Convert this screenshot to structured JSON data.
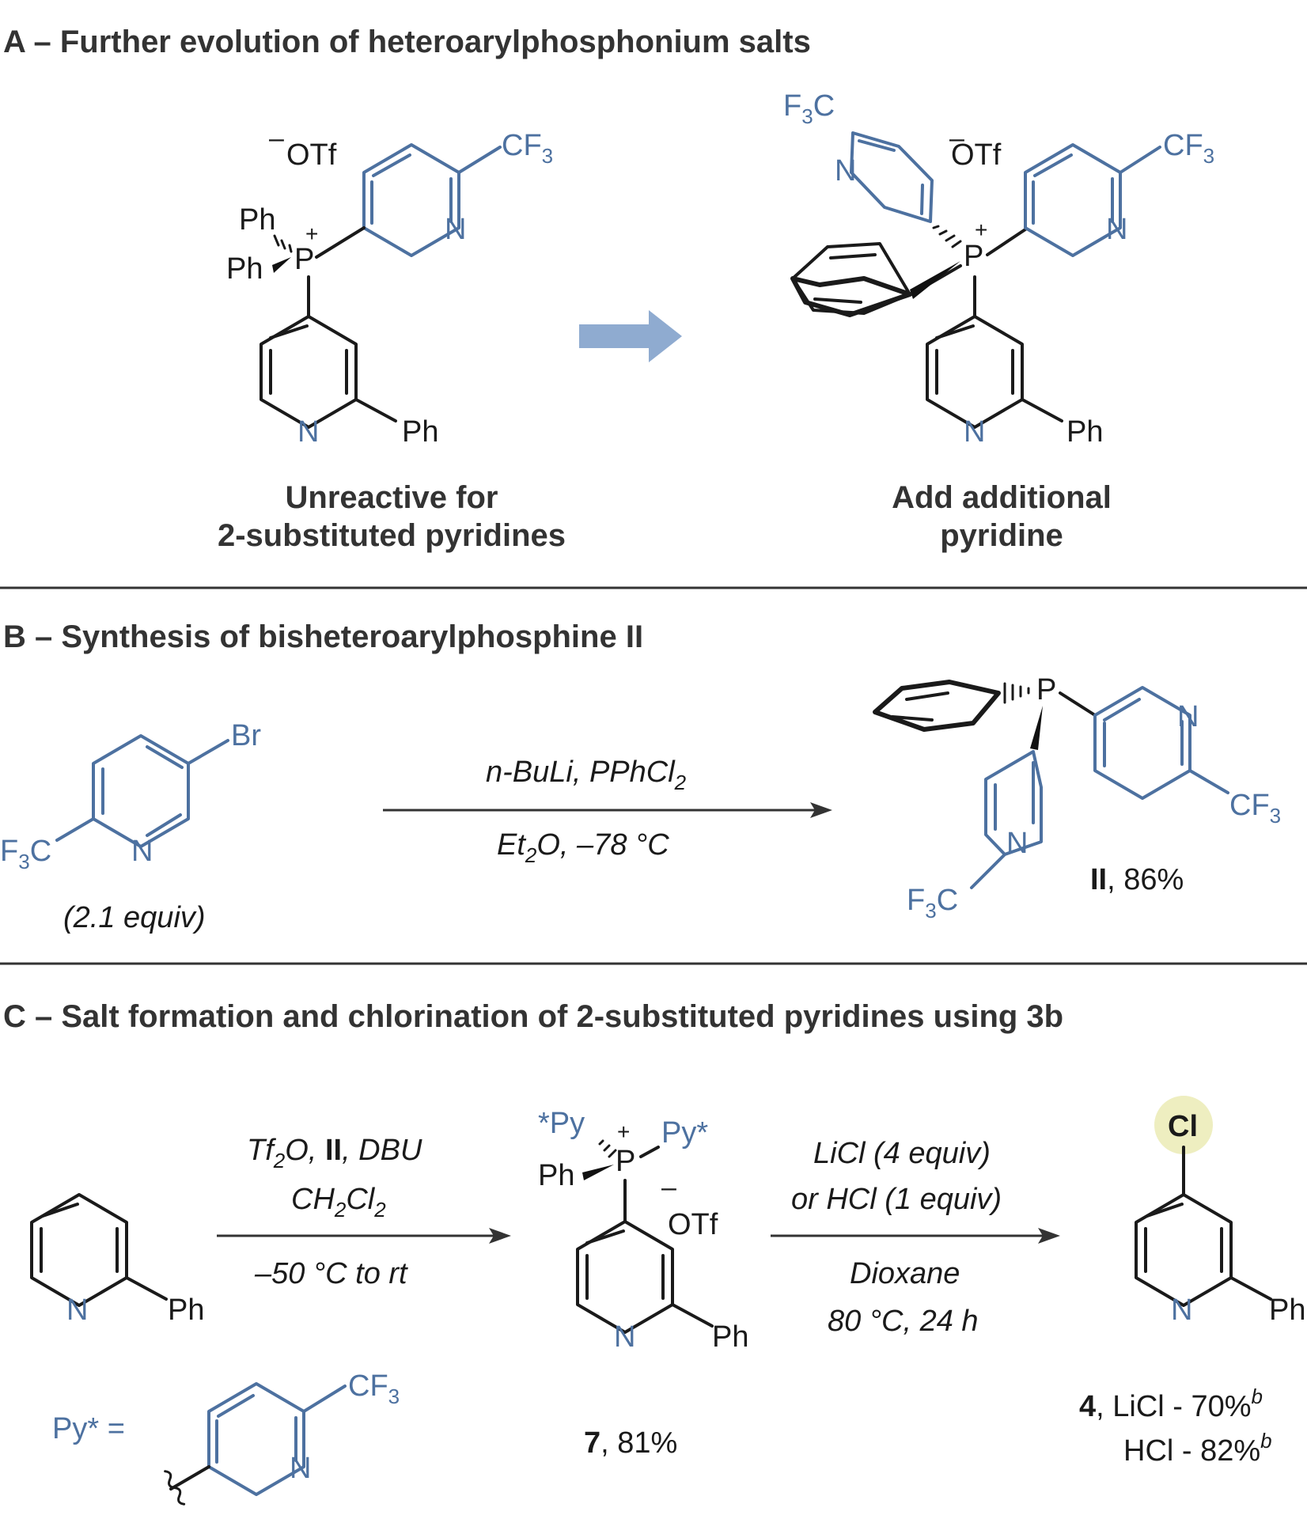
{
  "sections": {
    "a": {
      "title": "A – Further evolution of heteroarylphosphonium salts",
      "left_caption_1": "Unreactive for",
      "left_caption_2": "2-substituted pyridines",
      "right_caption_1": "Add additional",
      "right_caption_2": "pyridine"
    },
    "b": {
      "title_prefix": "B – Synthesis of bisheteroarylphosphine ",
      "title_bold": "II",
      "equiv": "(2.1 equiv)",
      "product_label": "II",
      "product_yield": ", 86%"
    },
    "c": {
      "title_prefix": "C – Salt formation and chlorination of 2-substituted pyridines using ",
      "title_bold": "3b",
      "py_def": "Py* =",
      "intermediate_label": "7",
      "intermediate_yield": ", 81%",
      "product_label": "4",
      "product_yield_1": ", LiCl - 70%",
      "product_yield_2": "HCl - 82%",
      "footnote": "b"
    }
  },
  "atoms": {
    "ph": "Ph",
    "p": "P",
    "n": "N",
    "otf": "OTf",
    "plus": "+",
    "minus": "–",
    "cf3": "CF",
    "f3c": "F",
    "three": "3",
    "br": "Br",
    "cl": "Cl",
    "py_star": "Py*",
    "star_py": "*Py",
    "c": "C"
  },
  "conditions": {
    "b_top": "n-BuLi, PPhCl",
    "b_top_sub": "2",
    "b_bottom_1": "Et",
    "b_bottom_sub": "2",
    "b_bottom_2": "O, –78 °C",
    "c1_l1_a": "Tf",
    "c1_l1_sub": "2",
    "c1_l1_b": "O, ",
    "c1_l1_bold": "II",
    "c1_l1_c": ", DBU",
    "c1_l2_a": "CH",
    "c1_l2_sub1": "2",
    "c1_l2_b": "Cl",
    "c1_l2_sub2": "2",
    "c1_l3": "–50 °C to rt",
    "c2_l1": "LiCl (4 equiv)",
    "c2_l2": "or HCl (1 equiv)",
    "c2_l3": "Dioxane",
    "c2_l4": "80 °C, 24 h"
  },
  "colors": {
    "heteroaryl": "#4d71a0",
    "arrow_a": "#8fabd0",
    "highlight": "#eeeec0",
    "rule": "#333333"
  }
}
